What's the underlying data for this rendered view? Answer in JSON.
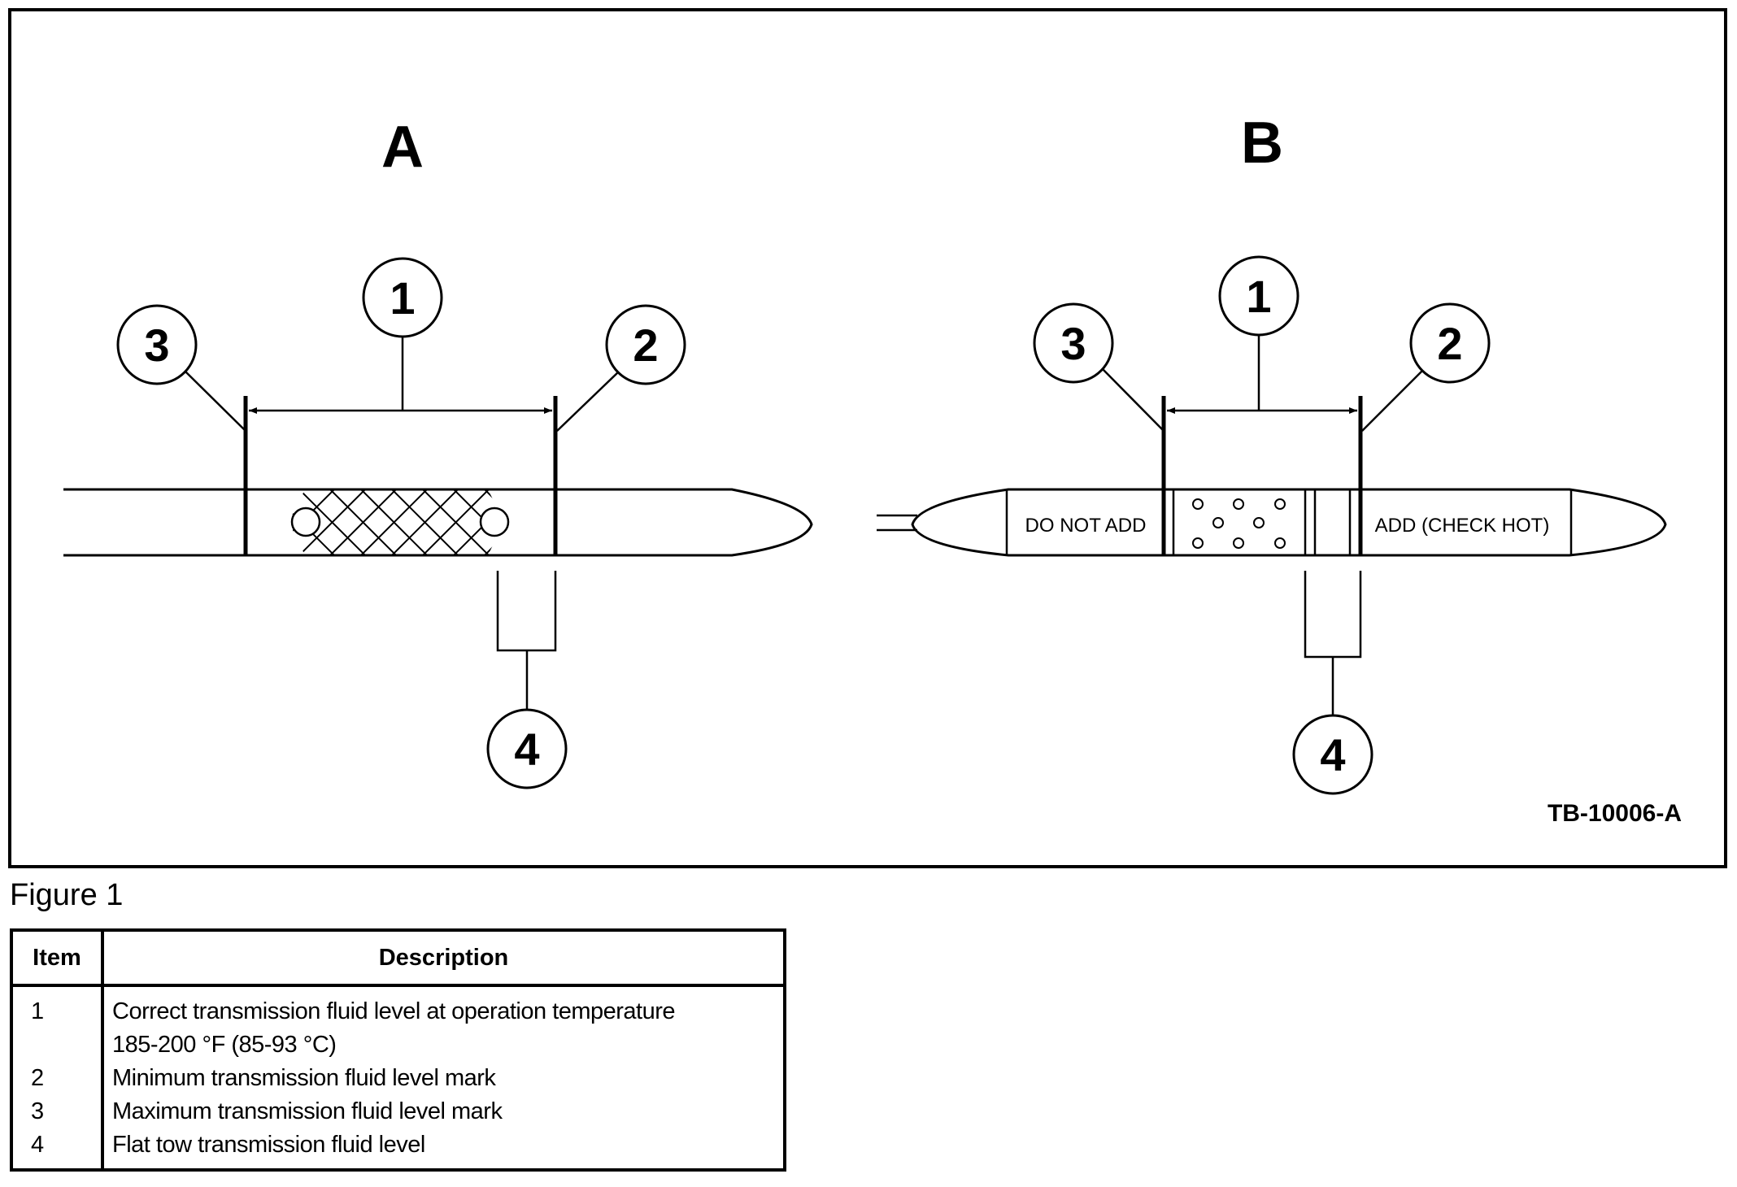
{
  "panels": [
    {
      "label": "A",
      "callouts": [
        "1",
        "2",
        "3",
        "4"
      ]
    },
    {
      "label": "B",
      "callouts": [
        "1",
        "2",
        "3",
        "4"
      ],
      "zone_labels": [
        "DO NOT ADD",
        "ADD (CHECK HOT)"
      ]
    }
  ],
  "figure_code": "TB-10006-A",
  "caption": "Figure 1",
  "legend": {
    "headers": [
      "Item",
      "Description"
    ],
    "rows": [
      {
        "item": "1",
        "description_lines": [
          "Correct transmission fluid level at operation temperature",
          "185-200 °F (85-93 °C)"
        ]
      },
      {
        "item": "2",
        "description_lines": [
          "Minimum transmission fluid level mark"
        ]
      },
      {
        "item": "3",
        "description_lines": [
          "Maximum transmission fluid level mark"
        ]
      },
      {
        "item": "4",
        "description_lines": [
          "Flat tow transmission fluid level"
        ]
      }
    ]
  }
}
